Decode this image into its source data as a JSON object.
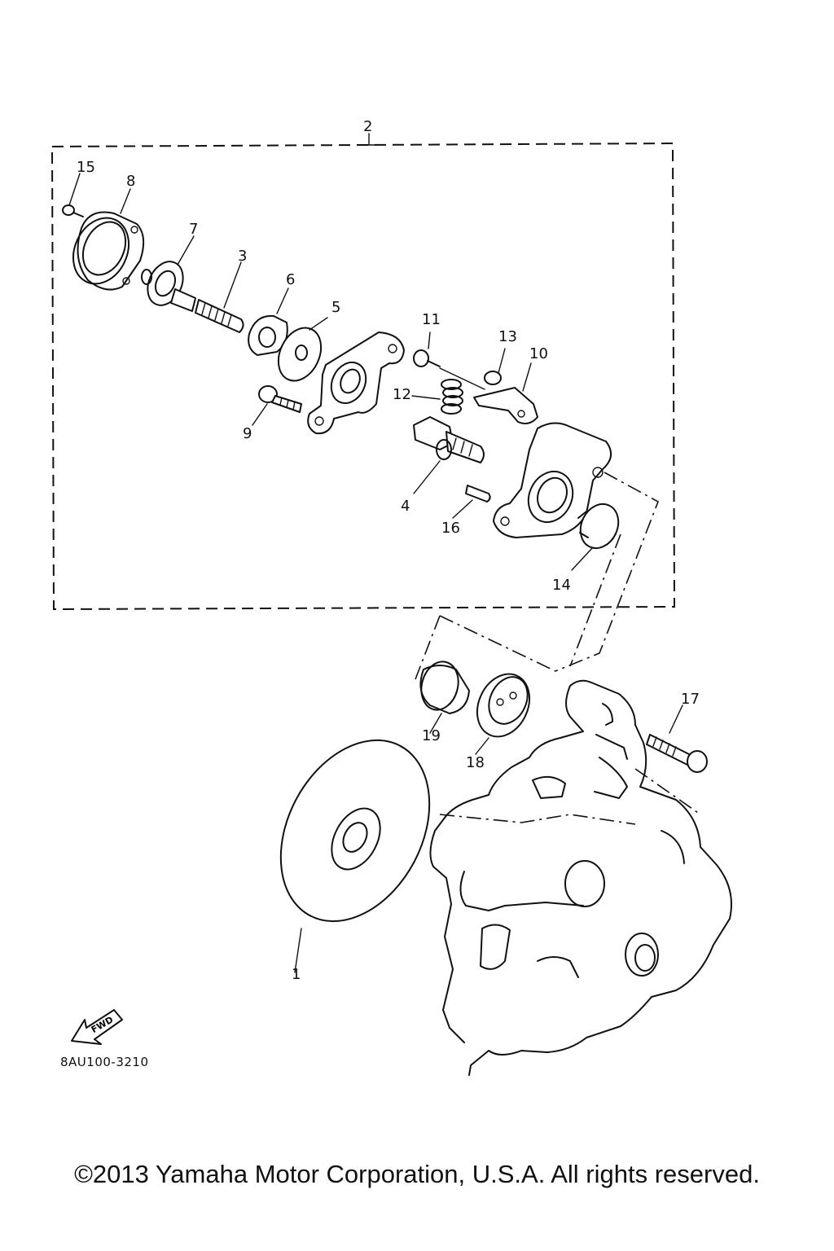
{
  "diagram": {
    "catalog_code": "8AU100-3210",
    "fwd_label": "FWD",
    "copyright": "©2013 Yamaha Motor Corporation, U.S.A. All rights reserved.",
    "callouts": {
      "c1": "1",
      "c2": "2",
      "c3": "3",
      "c4": "4",
      "c5": "5",
      "c6": "6",
      "c7": "7",
      "c8": "8",
      "c9": "9",
      "c10": "10",
      "c11": "11",
      "c12": "12",
      "c13": "13",
      "c14": "14",
      "c15": "15",
      "c16": "16",
      "c17": "17",
      "c18": "18",
      "c19": "19"
    }
  }
}
